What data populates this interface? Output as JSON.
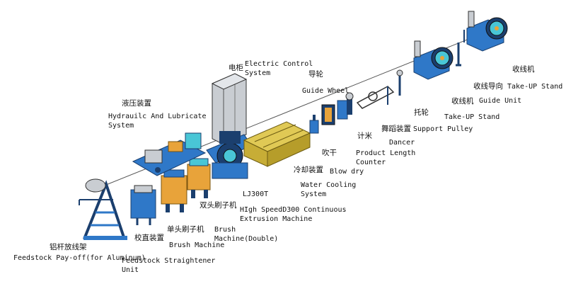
{
  "labels": {
    "feedstock_payoff": {
      "cn": "铝杆放线架",
      "en": "Feedstock Pay-off(for Aluminum)"
    },
    "straightener": {
      "cn": "校直装置",
      "en": [
        "Feedstock Straightener",
        "Unit"
      ]
    },
    "brush_single": {
      "cn": "单头刷子机",
      "en": "Brush Machine"
    },
    "brush_double": {
      "cn": "双头刷子机",
      "en": [
        "Brush",
        "Machine(Double)"
      ]
    },
    "hydraulic": {
      "cn": "液压装置",
      "en": [
        "Hydrauilc And Lubricate",
        "System"
      ]
    },
    "control": {
      "cn": "电柜",
      "en": [
        "Electric Control",
        "System"
      ]
    },
    "extrusion": {
      "model": "LJ300T",
      "en": [
        "HIgh SpeedD300 Continuous",
        "Extrusion Machine"
      ]
    },
    "cooling": {
      "cn": "冷却装置",
      "en": [
        "Water Cooling",
        "System"
      ]
    },
    "blow_dry": {
      "cn": "吹干",
      "en": "Blow dry"
    },
    "guide_wheel": {
      "cn": "导轮",
      "en": "Guide Wheel"
    },
    "counter": {
      "cn": "计米",
      "en": [
        "Product Length",
        "Counter"
      ]
    },
    "dancer": {
      "cn": "舞蹈装置",
      "en": "Dancer"
    },
    "support_pulley": {
      "cn": "托轮",
      "en": "Support Pulley"
    },
    "takeup_stand": {
      "cn": "收线机",
      "en": "Take-UP Stand"
    },
    "guide_unit": {
      "cn": "收线导向",
      "en": "Guide Unit"
    },
    "takeup_stand_2": {
      "cn": "收线机",
      "en": "Take-UP Stand"
    }
  },
  "colors": {
    "frame_blue": "#2f78c8",
    "frame_dark": "#1b3f6e",
    "cabinet_gray": "#c9cdd2",
    "extruder_yellow": "#d9c24a",
    "accent_orange": "#e8a33a",
    "cyan_part": "#49c6d6",
    "line_dark": "#2b2b2b"
  }
}
